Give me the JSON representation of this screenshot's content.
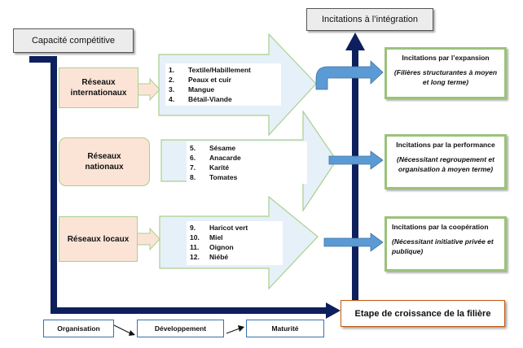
{
  "title_incitations": "Incitations à l’intégration",
  "capacity_label": "Capacité compétitive",
  "networks": [
    {
      "label_line1": "Réseaux",
      "label_line2": "internationaux",
      "products": [
        [
          "1.",
          "Textile/Habillement"
        ],
        [
          "2.",
          "Peaux et cuir"
        ],
        [
          "3.",
          "Mangue"
        ],
        [
          "4.",
          "Bétail-Viande"
        ]
      ]
    },
    {
      "label_line1": "Réseaux",
      "label_line2": "nationaux",
      "products": [
        [
          "5.",
          "Sésame"
        ],
        [
          "6.",
          "Anacarde"
        ],
        [
          "7.",
          "Karité"
        ],
        [
          "8.",
          "Tomates"
        ]
      ]
    },
    {
      "label_line1": "Réseaux locaux",
      "label_line2": "",
      "products": [
        [
          "9.",
          "Haricot vert"
        ],
        [
          "10.",
          "Miel"
        ],
        [
          "11.",
          "Oignon"
        ],
        [
          "12.",
          "Niébé"
        ]
      ]
    }
  ],
  "incentives": [
    {
      "title": "Incitations par l’expansion",
      "subtitle": "(Filières structurantes à moyen et long terme)"
    },
    {
      "title": "Incitations par la performance",
      "subtitle": "(Nécessitant regroupement et organisation à moyen terme)"
    },
    {
      "title": "Incitations par la coopération",
      "subtitle": "(Nécessitant initiative privée et publique)"
    }
  ],
  "growth_stage": "Etape de croissance de la filière",
  "stages": [
    "Organisation",
    "Développement",
    "Maturité"
  ],
  "colors": {
    "navy": "#0d1f5c",
    "blue_arrow": "#5b9bd5",
    "big_arrow_fill": "#e6f0f8",
    "big_arrow_stroke": "#a8d08d",
    "green_border": "#9bc27a",
    "pink_fill": "#fbe4d6",
    "growth_border": "#c55a11"
  }
}
